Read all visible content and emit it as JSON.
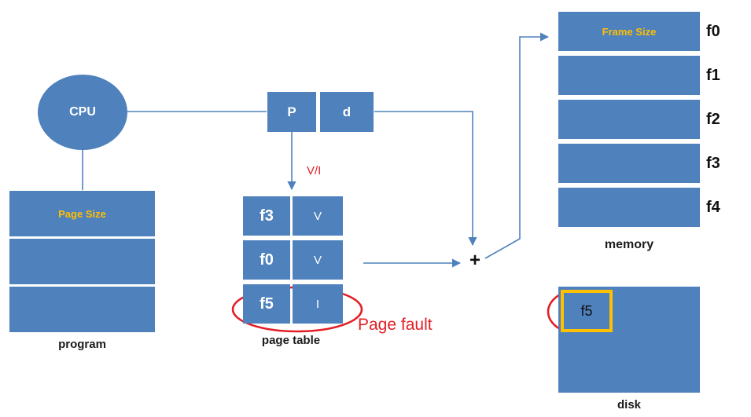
{
  "colors": {
    "box_blue": "#4f81bd",
    "accent_yellow": "#ffc000",
    "alert_red": "#e31e25",
    "text_dark": "#1b1b1b",
    "text_white": "#ffffff"
  },
  "cpu": {
    "label": "CPU"
  },
  "program": {
    "rows": [
      {
        "text": "Page Size"
      },
      {
        "text": ""
      },
      {
        "text": ""
      }
    ],
    "caption": "program"
  },
  "address": {
    "page_field": "P",
    "offset_field": "d"
  },
  "page_table": {
    "header": "V/I",
    "rows": [
      {
        "frame": "f3",
        "bit": "V"
      },
      {
        "frame": "f0",
        "bit": "V"
      },
      {
        "frame": "f5",
        "bit": "I"
      }
    ],
    "caption": "page table",
    "fault_label": "Page fault"
  },
  "adder": {
    "symbol": "+"
  },
  "memory": {
    "rows": [
      {
        "text": "Frame Size",
        "frame_label": "f0"
      },
      {
        "text": "",
        "frame_label": "f1"
      },
      {
        "text": "",
        "frame_label": "f2"
      },
      {
        "text": "",
        "frame_label": "f3"
      },
      {
        "text": "",
        "frame_label": "f4"
      }
    ],
    "caption": "memory"
  },
  "disk": {
    "block_label": "f5",
    "caption": "disk"
  }
}
